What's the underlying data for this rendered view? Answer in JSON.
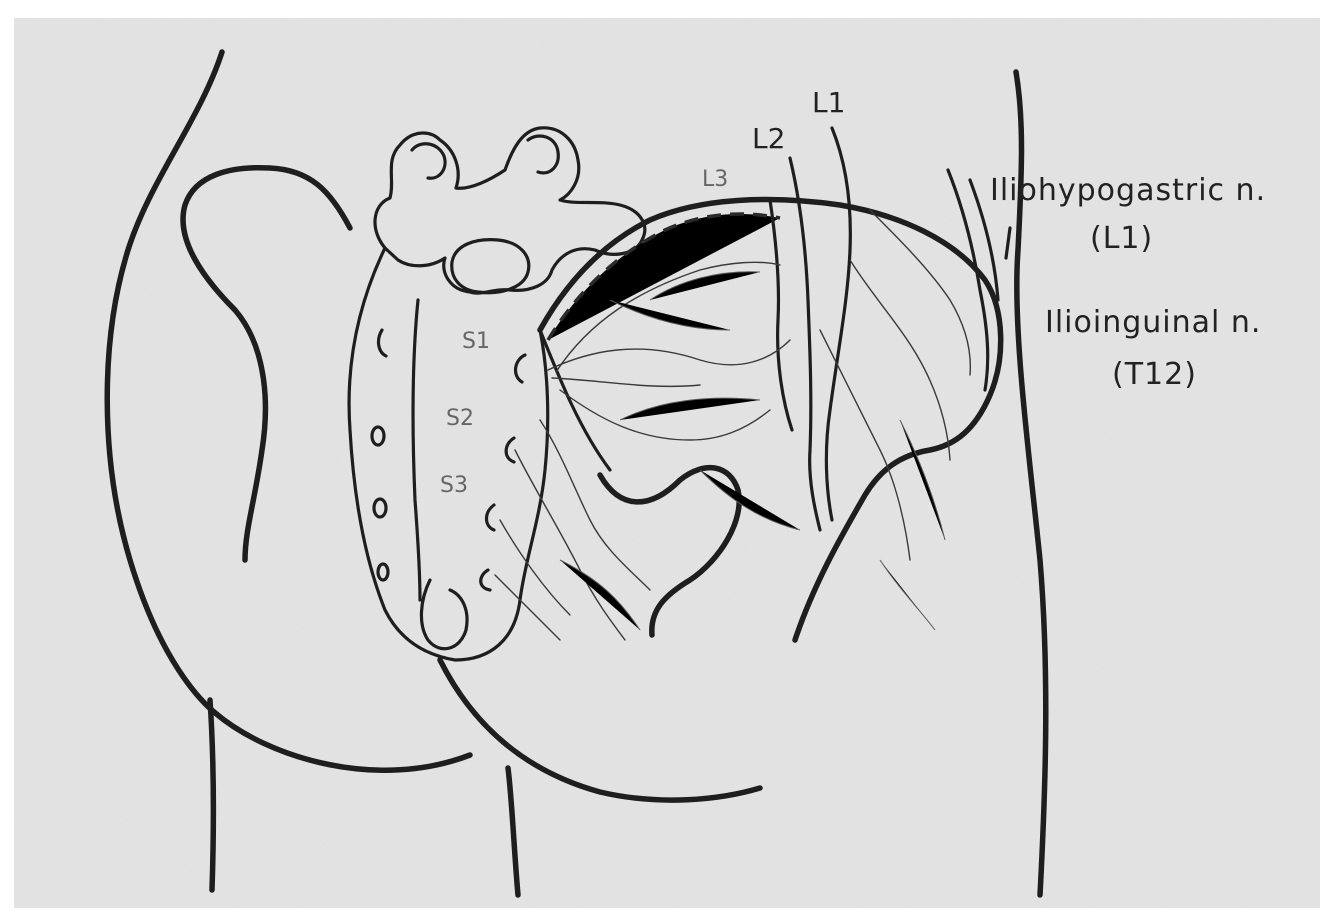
{
  "labels": {
    "iliohypogastric": "Iliohypogastric n.",
    "iliohypogastric_root": "(L1)",
    "ilioinguinal": "Ilioinguinal n.",
    "ilioinguinal_root": "(T12)",
    "l1": "L1",
    "l2": "L2",
    "l3": "L3",
    "s1": "S1",
    "s2": "S2",
    "s3": "S3"
  },
  "colors": {
    "paper": "#e6e6e6",
    "ink": "#1e1e1e"
  }
}
